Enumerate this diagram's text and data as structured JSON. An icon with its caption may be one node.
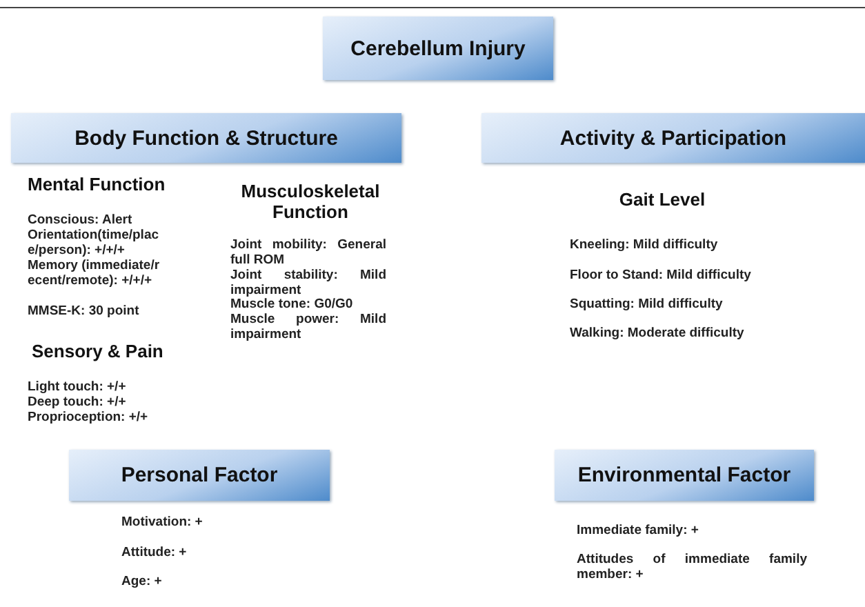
{
  "diagram": {
    "nodes": [
      {
        "text": [
          "Cerebellum Injury"
        ]
      },
      {
        "text": [
          "Body Function & Structure"
        ]
      },
      {
        "text": [
          "Activity & Participation"
        ]
      },
      {
        "text": [
          "Personal Factor"
        ]
      },
      {
        "text": [
          "Environmental Factor"
        ]
      }
    ],
    "labels": [
      "Mental Function",
      "Conscious: Alert",
      "Orientation(time/place/person): +/+/+",
      "Memory (immediate/recent/remote): +/+/+",
      "MMSE-K: 30 point",
      "Sensory & Pain",
      "Light touch: +/+",
      "Deep touch: +/+",
      "Proprioception: +/+",
      "Musculoskeletal Function",
      "Joint mobility: General full ROM",
      "Joint stability: Mild impairment",
      "Muscle tone: G0/G0",
      "Muscle power: Mild impairment",
      "Gait Level",
      "Kneeling: Mild difficulty",
      "Floor to Stand: Mild difficulty",
      "Squatting: Mild difficulty",
      "Walking: Moderate difficulty",
      "Motivation: +",
      "Attitude: +",
      "Age: +",
      "Immediate family: +",
      "Attitudes of immediate family member: +"
    ]
  }
}
